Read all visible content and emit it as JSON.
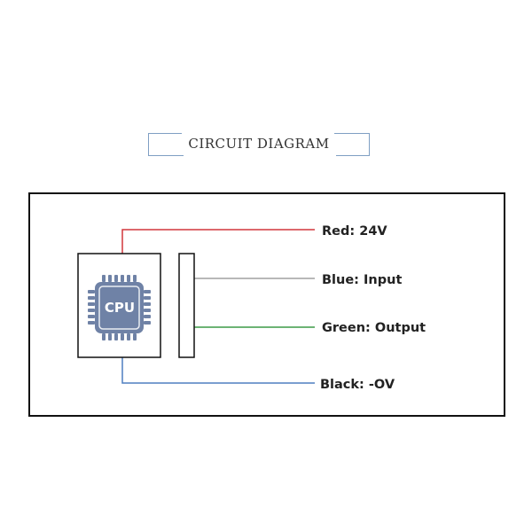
{
  "title": "CIRCUIT DIAGRAM",
  "chip": {
    "icon": "cpu-icon",
    "label": "CPU",
    "color": "#6f82a6"
  },
  "wires": [
    {
      "label": "Red: 24V",
      "color": "#d2373c"
    },
    {
      "label": "Blue: Input",
      "color": "#a0a0a0"
    },
    {
      "label": "Green: Output",
      "color": "#3c9a47"
    },
    {
      "label": "Black: -OV",
      "color": "#4f7fc0"
    }
  ]
}
